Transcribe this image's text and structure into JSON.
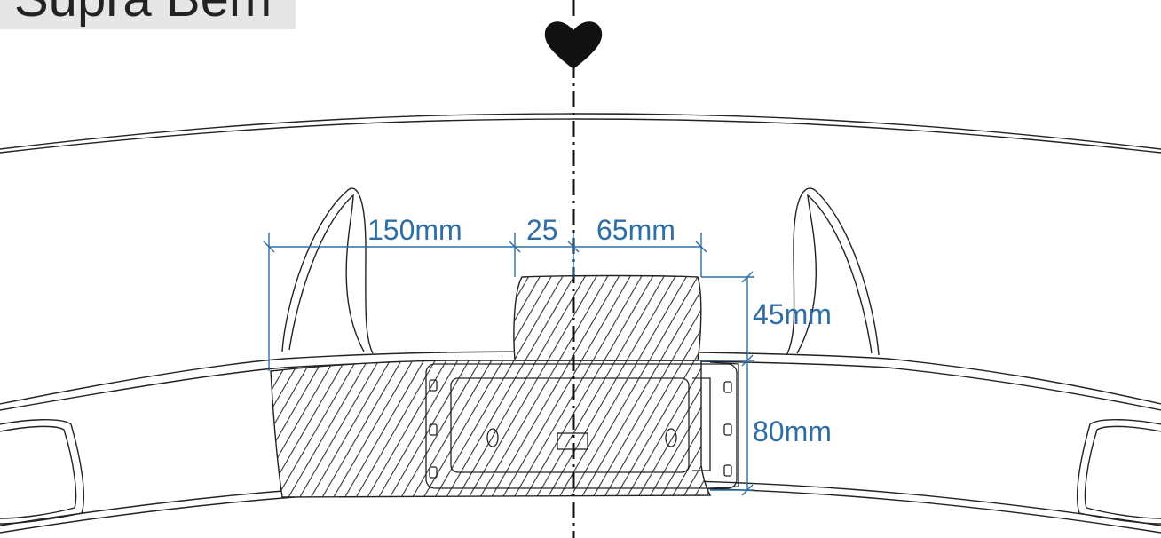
{
  "title": "Supra Bem",
  "colors": {
    "dimension": "#2e6ea6",
    "outline": "#222222",
    "hatch": "#333333",
    "title_bg": "#e6e6e6"
  },
  "icons": {
    "center_marker": "heart-icon"
  },
  "dimensions": {
    "left_offset": "150mm",
    "upper_left": "25",
    "upper_right": "65mm",
    "upper_height": "45mm",
    "lower_height": "80mm"
  }
}
